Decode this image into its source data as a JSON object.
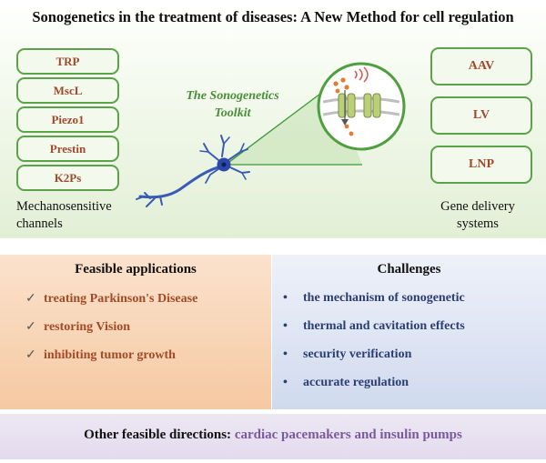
{
  "title": "Sonogenetics in the treatment of diseases: A New Method for cell regulation",
  "toolkit": {
    "line1": "The Sonogenetics",
    "line2": "Toolkit"
  },
  "channels": {
    "items": [
      "TRP",
      "MscL",
      "Piezo1",
      "Prestin",
      "K2Ps"
    ],
    "caption_line1": "Mechanosensitive",
    "caption_line2": "channels"
  },
  "delivery": {
    "items": [
      "AAV",
      "LV",
      "LNP"
    ],
    "caption_line1": "Gene delivery",
    "caption_line2": "systems"
  },
  "applications": {
    "title": "Feasible applications",
    "items": [
      "treating Parkinson's Disease",
      "restoring Vision",
      "inhibiting tumor growth"
    ]
  },
  "challenges": {
    "title": "Challenges",
    "items": [
      "the mechanism of sonogenetic",
      "thermal and cavitation effects",
      "security verification",
      "accurate regulation"
    ]
  },
  "other_directions": {
    "lead": "Other feasible directions:",
    "highlight": "cardiac pacemakers and insulin pumps"
  },
  "colors": {
    "pill_border": "#5aa347",
    "pill_text": "#a04a2c",
    "toolkit_text": "#4a8e3a",
    "applications_text": "#a24b27",
    "challenges_text": "#2b3e72",
    "highlight_text": "#7a5a9e"
  }
}
